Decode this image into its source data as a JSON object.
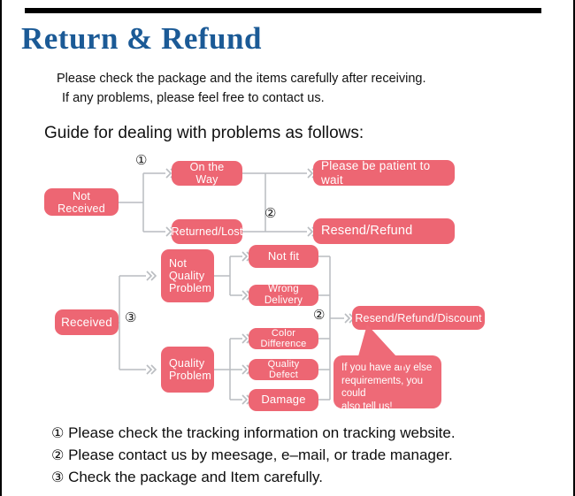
{
  "header": {
    "title": "Return & Refund",
    "title_color": "#1b5a96",
    "intro_lines": [
      "Please check the package and the items carefully after receiving.",
      "If any problems, please feel free to contact us."
    ],
    "guide_heading": "Guide for dealing with problems as follows:"
  },
  "flowchart": {
    "node_color": "#ed6673",
    "wire_color": "#b9bcc0",
    "nodes": {
      "not_received": "Not Received",
      "on_the_way": "On the Way",
      "returned_lost": "Returned/Lost",
      "please_wait": "Please be patient to wait",
      "resend_refund": "Resend/Refund",
      "received": "Received",
      "not_quality_problem": "Not\nQuality\nProblem",
      "not_quality_problem_lines": [
        "Not",
        "Quality",
        "Problem"
      ],
      "quality_problem_lines": [
        "Quality",
        "Problem"
      ],
      "not_fit": "Not fit",
      "wrong_delivery": "Wrong Delivery",
      "color_difference": "Color Difference",
      "quality_defect": "Quality Defect",
      "damage": "Damage",
      "resend_refund_discount": "Resend/Refund/Discount"
    },
    "callout": {
      "lines": [
        "If you have any else",
        "requirements, you could",
        "also tell us!"
      ]
    },
    "markers": {
      "m1": "①",
      "m2_top": "②",
      "m3": "③",
      "m2_mid": "②"
    }
  },
  "footnotes": [
    {
      "marker": "①",
      "text": "Please check the tracking information on tracking website."
    },
    {
      "marker": "②",
      "text": "Please contact us by meesage, e–mail, or trade manager."
    },
    {
      "marker": "③",
      "text": "Check the package and Item carefully."
    }
  ]
}
